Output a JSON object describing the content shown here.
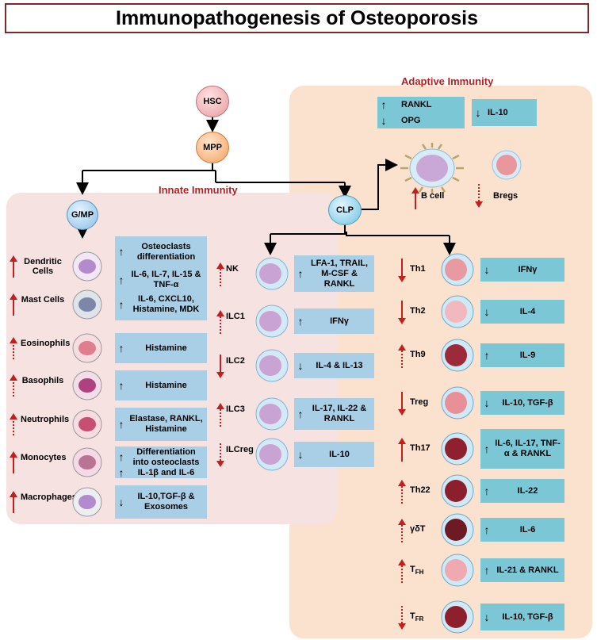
{
  "title": "Immunopathogenesis of Osteoporosis",
  "sections": {
    "innate": "Innate Immunity",
    "adaptive": "Adaptive Immunity"
  },
  "nodes": {
    "hsc": "HSC",
    "mpp": "MPP",
    "gmp": "G/MP",
    "clp": "CLP"
  },
  "adaptive_top": {
    "rankl": "RANKL",
    "opg": "OPG",
    "il10": "IL-10",
    "bcell": "B cell",
    "bregs": "Bregs"
  },
  "innate_cells": [
    {
      "label": "Dendritic\nCells",
      "trend": "up",
      "style": "solid",
      "lines": [
        "Osteoclasts differentiation",
        "IL-6, IL-7, IL-15 & TNF-α"
      ],
      "dirs": [
        "up",
        "up"
      ]
    },
    {
      "label": "Mast Cells",
      "trend": "up",
      "style": "solid",
      "lines": [
        "IL-6, CXCL10, Histamine,  MDK"
      ],
      "dirs": [
        "up"
      ]
    },
    {
      "label": "Eosinophils",
      "trend": "up",
      "style": "dotted",
      "lines": [
        "Histamine"
      ],
      "dirs": [
        "up"
      ]
    },
    {
      "label": "Basophils",
      "trend": "up",
      "style": "dotted",
      "lines": [
        "Histamine"
      ],
      "dirs": [
        "up"
      ]
    },
    {
      "label": "Neutrophils",
      "trend": "up",
      "style": "dotted",
      "lines": [
        "Elastase, RANKL, Histamine"
      ],
      "dirs": [
        "up"
      ]
    },
    {
      "label": "Monocytes",
      "trend": "up",
      "style": "solid",
      "lines": [
        "Differentiation into osteoclasts",
        "IL-1β and IL-6"
      ],
      "dirs": [
        "up",
        "up"
      ]
    },
    {
      "label": "Macrophages",
      "trend": "up",
      "style": "solid",
      "lines": [
        "IL-10,TGF-β & Exosomes"
      ],
      "dirs": [
        "down"
      ]
    }
  ],
  "ilc_cells": [
    {
      "label": "NK",
      "trend": "up",
      "style": "dotted",
      "text": "LFA-1, TRAIL, M-CSF & RANKL",
      "dir": "up"
    },
    {
      "label": "ILC1",
      "trend": "up",
      "style": "dotted",
      "text": "IFNγ",
      "dir": "up"
    },
    {
      "label": "ILC2",
      "trend": "down",
      "style": "solid",
      "text": "IL-4 & IL-13",
      "dir": "down"
    },
    {
      "label": "ILC3",
      "trend": "up",
      "style": "dotted",
      "text": "IL-17, IL-22 & RANKL",
      "dir": "up"
    },
    {
      "label": "ILCreg",
      "trend": "down",
      "style": "dotted",
      "text": "IL-10",
      "dir": "down"
    }
  ],
  "t_cells": [
    {
      "label": "Th1",
      "sub": "",
      "trend": "down",
      "style": "solid",
      "text": "IFNγ",
      "dir": "down"
    },
    {
      "label": "Th2",
      "sub": "",
      "trend": "down",
      "style": "solid",
      "text": "IL-4",
      "dir": "down"
    },
    {
      "label": "Th9",
      "sub": "",
      "trend": "up",
      "style": "dotted",
      "text": "IL-9",
      "dir": "up"
    },
    {
      "label": "Treg",
      "sub": "",
      "trend": "down",
      "style": "solid",
      "text": "IL-10, TGF-β",
      "dir": "down"
    },
    {
      "label": "Th17",
      "sub": "",
      "trend": "up",
      "style": "solid",
      "text": "IL-6, IL-17, TNF-α & RANKL",
      "dir": "up"
    },
    {
      "label": "Th22",
      "sub": "",
      "trend": "up",
      "style": "dotted",
      "text": "IL-22",
      "dir": "up"
    },
    {
      "label": "γδT",
      "sub": "",
      "trend": "up",
      "style": "dotted",
      "text": "IL-6",
      "dir": "up"
    },
    {
      "label": "T",
      "sub": "FH",
      "trend": "up",
      "style": "dotted",
      "text": "IL-21 & RANKL",
      "dir": "up"
    },
    {
      "label": "T",
      "sub": "FR",
      "trend": "down",
      "style": "dotted",
      "text": "IL-10, TGF-β",
      "dir": "down"
    }
  ],
  "colors": {
    "title_border": "#7a2a2a",
    "section_title": "#b42020",
    "trend_arrow": "#c41e1e",
    "box_blue": "#a9cfe6",
    "box_cyan": "#7cc7d6",
    "innate_bg": "#f7e2e2",
    "adaptive_bg": "#fbe2cf"
  }
}
